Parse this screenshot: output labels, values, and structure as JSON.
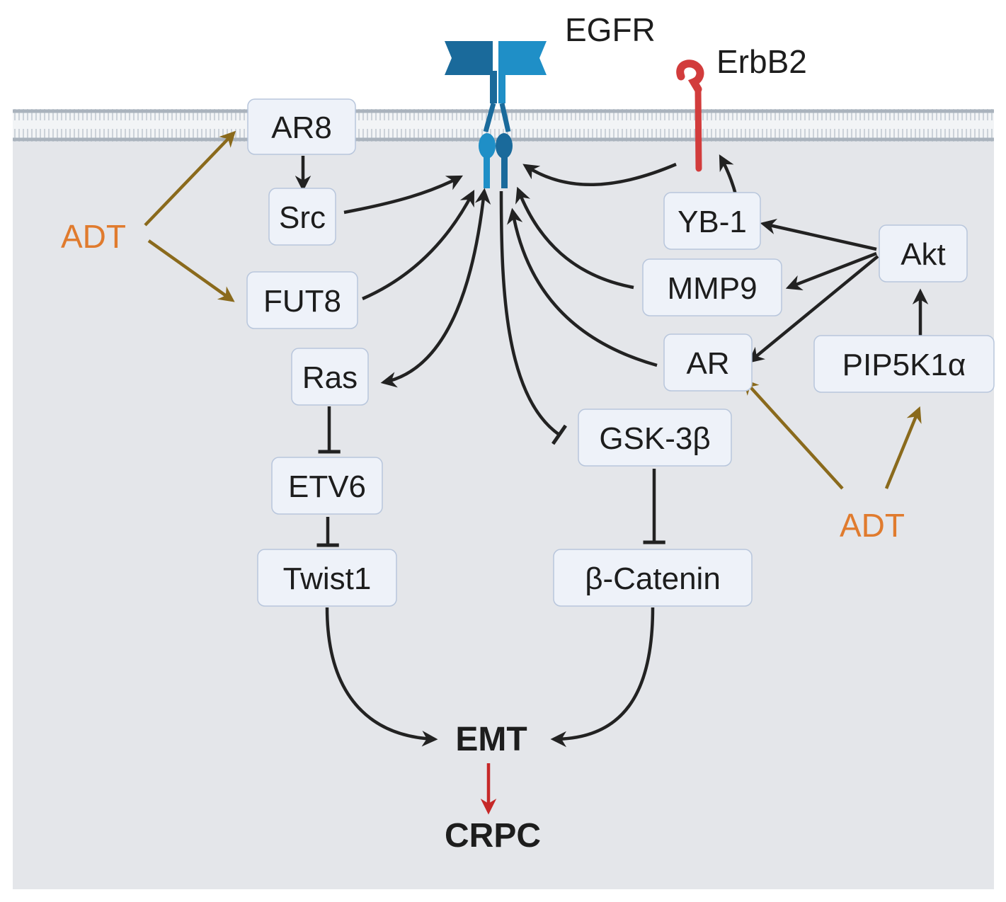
{
  "receptors": {
    "egfr": "EGFR",
    "erbb2": "ErbB2"
  },
  "nodes": {
    "ar8": "AR8",
    "src": "Src",
    "fut8": "FUT8",
    "ras": "Ras",
    "etv6": "ETV6",
    "twist1": "Twist1",
    "gsk3b": "GSK-3β",
    "bcatenin": "β-Catenin",
    "yb1": "YB-1",
    "mmp9": "MMP9",
    "ar": "AR",
    "akt": "Akt",
    "pip5k1a": "PIP5K1α"
  },
  "stimulus": {
    "left": "ADT",
    "right": "ADT"
  },
  "outcomes": {
    "emt": "EMT",
    "crpc": "CRPC"
  },
  "colors": {
    "membrane": "#b9c2cc",
    "cytoplasm": "#e4e6ea",
    "node_fill": "#eef2f9",
    "node_border": "#b8c6dc",
    "egfr": "#1f8fc7",
    "erbb2": "#d23c3c",
    "adt_text": "#e07b2e",
    "adt_arrow": "#8a6a1c",
    "arrow": "#222222",
    "crpc_arrow": "#c62828"
  }
}
